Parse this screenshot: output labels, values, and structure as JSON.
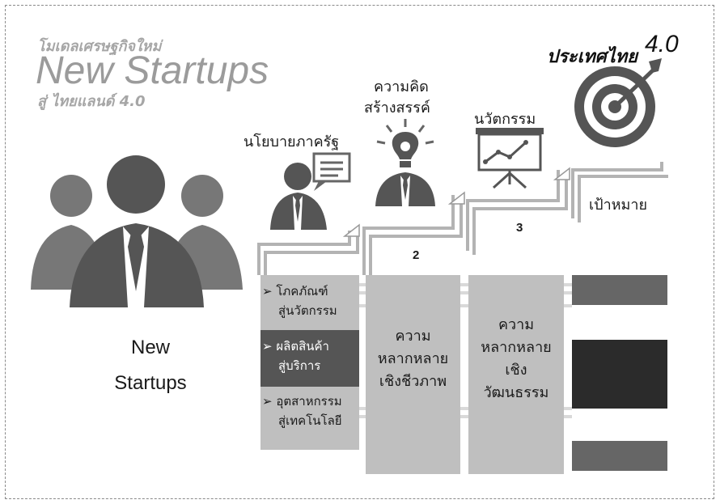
{
  "header": {
    "subtitle_th": "โมเดลเศรษฐกิจใหม่",
    "title_en": "New Startups",
    "footer_th": "สู่ ไทยแลนด์ 4.0"
  },
  "left": {
    "label_line1": "New",
    "label_line2": "Startups"
  },
  "steps": {
    "policy": "นโยบายภาครัฐ",
    "idea_line1": "ความคิด",
    "idea_line2": "สร้างสรรค์",
    "innovation": "นวัตกรรม",
    "goal_title_th": "ประเทศไทย",
    "goal_title_num": "4.0",
    "goal_label": "เป้าหมาย",
    "num2": "2",
    "num3": "3"
  },
  "rows": [
    {
      "arrow": "➢",
      "line1": "โภคภัณฑ์",
      "line2": "สู่นวัตกรรม",
      "bar_color": "#666666"
    },
    {
      "arrow": "➢",
      "line1": "ผลิตสินค้า",
      "line2": "สู่บริการ",
      "bar_color": "#2b2b2b"
    },
    {
      "arrow": "➢",
      "line1": "อุตสาหกรรม",
      "line2": "สู่เทคโนโลยี",
      "bar_color": "#666666"
    }
  ],
  "columns": {
    "bio_line1": "ความ",
    "bio_line2": "หลากหลาย",
    "bio_line3": "เชิงชีวภาพ",
    "cul_line1": "ความ",
    "cul_line2": "หลากหลาย",
    "cul_line3": "เชิง",
    "cul_line4": "วัฒนธรรม"
  }
}
